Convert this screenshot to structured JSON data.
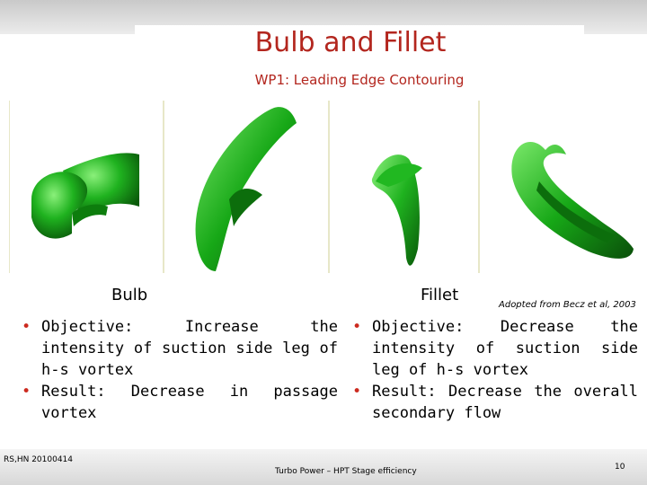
{
  "slide": {
    "title": "Bulb and Fillet",
    "subtitle": "WP1: Leading Edge Contouring"
  },
  "figures": {
    "bulb_caption": "Bulb",
    "fillet_caption": "Fillet",
    "credit": "Adopted from Becz et al, 2003"
  },
  "left_bullets": [
    "Objective: Increase the intensity of suction side leg of h-s vortex",
    "Result: Decrease in passage vortex"
  ],
  "right_bullets": [
    "Objective: Decrease the intensity of suction side leg of h-s vortex",
    "Result: Decrease the overall secondary flow"
  ],
  "footer": {
    "left": "RS,HN 20100414",
    "center": "Turbo Power – HPT Stage efficiency",
    "page": "10"
  },
  "colors": {
    "title": "#b3261e",
    "bullet": "#cc2a1f",
    "shape_green": "#1fb21f"
  }
}
